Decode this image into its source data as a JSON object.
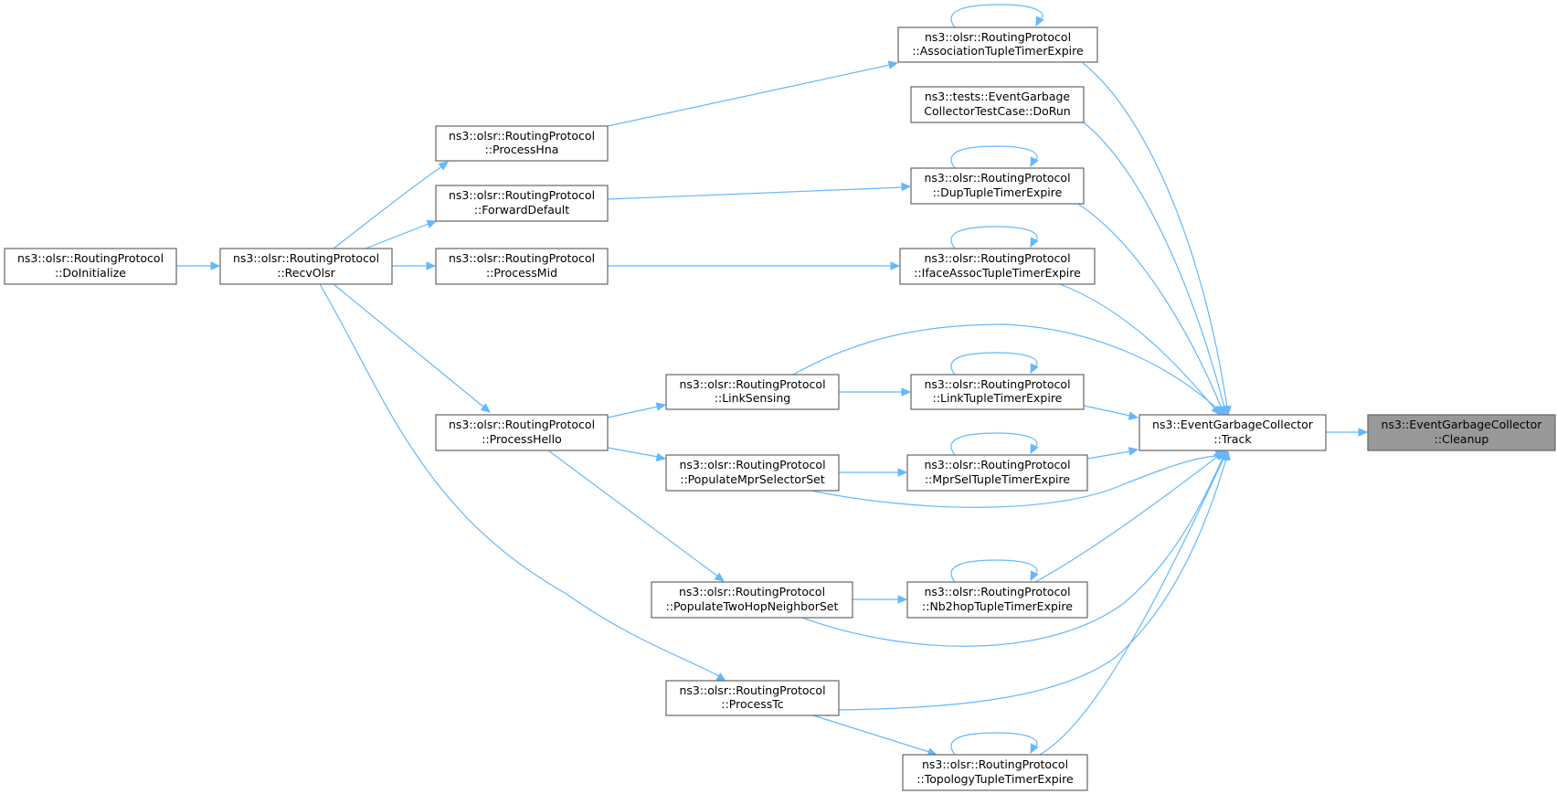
{
  "nodes": {
    "cleanup": [
      "ns3::EventGarbageCollector",
      "::Cleanup"
    ],
    "track": [
      "ns3::EventGarbageCollector",
      "::Track"
    ],
    "assoc": [
      "ns3::olsr::RoutingProtocol",
      "::AssociationTupleTimerExpire"
    ],
    "dorun": [
      "ns3::tests::EventGarbage",
      "CollectorTestCase::DoRun"
    ],
    "dup": [
      "ns3::olsr::RoutingProtocol",
      "::DupTupleTimerExpire"
    ],
    "iface": [
      "ns3::olsr::RoutingProtocol",
      "::IfaceAssocTupleTimerExpire"
    ],
    "linktuple": [
      "ns3::olsr::RoutingProtocol",
      "::LinkTupleTimerExpire"
    ],
    "mprsel": [
      "ns3::olsr::RoutingProtocol",
      "::MprSelTupleTimerExpire"
    ],
    "nb2hop": [
      "ns3::olsr::RoutingProtocol",
      "::Nb2hopTupleTimerExpire"
    ],
    "topo": [
      "ns3::olsr::RoutingProtocol",
      "::TopologyTupleTimerExpire"
    ],
    "processhna": [
      "ns3::olsr::RoutingProtocol",
      "::ProcessHna"
    ],
    "forward": [
      "ns3::olsr::RoutingProtocol",
      "::ForwardDefault"
    ],
    "processmid": [
      "ns3::olsr::RoutingProtocol",
      "::ProcessMid"
    ],
    "linksensing": [
      "ns3::olsr::RoutingProtocol",
      "::LinkSensing"
    ],
    "processhello": [
      "ns3::olsr::RoutingProtocol",
      "::ProcessHello"
    ],
    "populatempr": [
      "ns3::olsr::RoutingProtocol",
      "::PopulateMprSelectorSet"
    ],
    "populatetwo": [
      "ns3::olsr::RoutingProtocol",
      "::PopulateTwoHopNeighborSet"
    ],
    "processtc": [
      "ns3::olsr::RoutingProtocol",
      "::ProcessTc"
    ],
    "recvolsr": [
      "ns3::olsr::RoutingProtocol",
      "::RecvOlsr"
    ],
    "doinit": [
      "ns3::olsr::RoutingProtocol",
      "::DoInitialize"
    ]
  },
  "edges": [
    [
      "track",
      "cleanup"
    ],
    [
      "assoc",
      "track"
    ],
    [
      "dorun",
      "track"
    ],
    [
      "dup",
      "track"
    ],
    [
      "iface",
      "track"
    ],
    [
      "linktuple",
      "track"
    ],
    [
      "mprsel",
      "track"
    ],
    [
      "nb2hop",
      "track"
    ],
    [
      "topo",
      "track"
    ],
    [
      "linksensing",
      "track"
    ],
    [
      "populatempr",
      "track"
    ],
    [
      "populatetwo",
      "track"
    ],
    [
      "processtc",
      "track"
    ],
    [
      "assoc",
      "assoc"
    ],
    [
      "dup",
      "dup"
    ],
    [
      "iface",
      "iface"
    ],
    [
      "linktuple",
      "linktuple"
    ],
    [
      "mprsel",
      "mprsel"
    ],
    [
      "nb2hop",
      "nb2hop"
    ],
    [
      "topo",
      "topo"
    ],
    [
      "processhna",
      "assoc"
    ],
    [
      "forward",
      "dup"
    ],
    [
      "processmid",
      "iface"
    ],
    [
      "linksensing",
      "linktuple"
    ],
    [
      "populatempr",
      "mprsel"
    ],
    [
      "populatetwo",
      "nb2hop"
    ],
    [
      "processtc",
      "topo"
    ],
    [
      "processhello",
      "linksensing"
    ],
    [
      "processhello",
      "populatempr"
    ],
    [
      "processhello",
      "populatetwo"
    ],
    [
      "recvolsr",
      "processhna"
    ],
    [
      "recvolsr",
      "forward"
    ],
    [
      "recvolsr",
      "processmid"
    ],
    [
      "recvolsr",
      "processhello"
    ],
    [
      "recvolsr",
      "processtc"
    ],
    [
      "doinit",
      "recvolsr"
    ]
  ]
}
